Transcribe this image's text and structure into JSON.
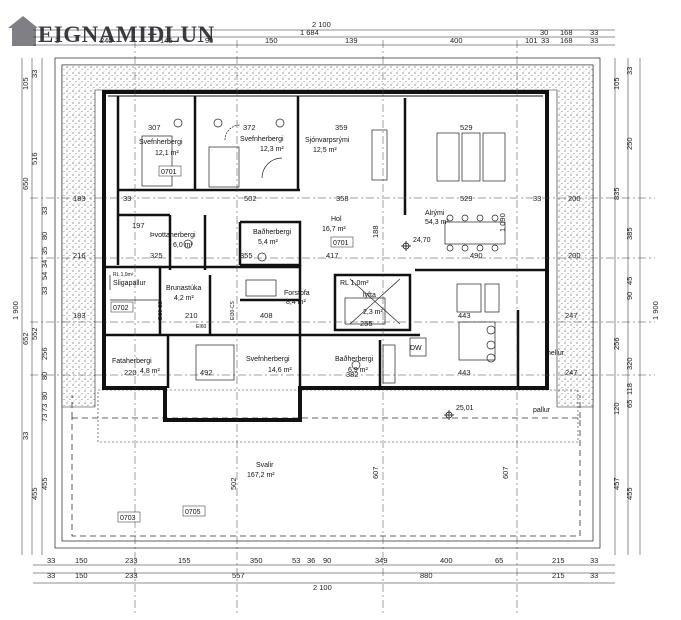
{
  "brand": {
    "name": "EIGNAMIÐLUN",
    "color": "#3b3c44"
  },
  "dims_top": {
    "overall": "2 100",
    "r1": [
      "1 684",
      "30",
      "168",
      "33"
    ],
    "r2": [
      "3",
      "240",
      "145",
      "90",
      "150",
      "139",
      "400",
      "101",
      "33",
      "168",
      "33"
    ]
  },
  "dims_bottom": {
    "r1": [
      "33",
      "150",
      "233",
      "155",
      "350",
      "53",
      "36",
      "90",
      "349",
      "400",
      "65",
      "215",
      "33"
    ],
    "r2": [
      "33",
      "150",
      "233",
      "557",
      "880",
      "215",
      "33"
    ],
    "overall": "2 100"
  },
  "dims_left": [
    "105",
    "33",
    "516",
    "650",
    "33",
    "80",
    "35",
    "34",
    "54",
    "33",
    "652",
    "1 900",
    "552",
    "256",
    "80",
    "80",
    "73",
    "73",
    "33",
    "455",
    "455"
  ],
  "dims_right": [
    "105",
    "33",
    "250",
    "835",
    "385",
    "45",
    "90",
    "1 900",
    "256",
    "320",
    "118",
    "65",
    "120",
    "457",
    "455"
  ],
  "rooms": [
    {
      "id": "svefn1",
      "name": "Svefnherbergi",
      "area": "12,1 m²"
    },
    {
      "id": "svefn2",
      "name": "Svefnherbergi",
      "area": "12,3 m²"
    },
    {
      "id": "sjonvarp",
      "name": "Sjónvarpsrými",
      "area": "12,5 m²"
    },
    {
      "id": "alrymi",
      "name": "Alrými",
      "area": "54,3 m²"
    },
    {
      "id": "thvottahus",
      "name": "Þvottaherbergi",
      "area": "6,0 m²"
    },
    {
      "id": "badherb1",
      "name": "Baðherbergi",
      "area": "5,4 m²"
    },
    {
      "id": "hol",
      "name": "Hol",
      "area": "16,7 m²"
    },
    {
      "id": "geymsla",
      "name": "Sligapallur",
      "area": ""
    },
    {
      "id": "brunastuka",
      "name": "Brunastúka",
      "area": "4,2 m²"
    },
    {
      "id": "forstofa",
      "name": "Forstofa",
      "area": "8,4 m²"
    },
    {
      "id": "lyfta",
      "name": "lyfta",
      "area": "2,3 m²"
    },
    {
      "id": "fataherb",
      "name": "Fataherbergi",
      "area": "4,8 m²"
    },
    {
      "id": "svefn3",
      "name": "Svefnherbergi",
      "area": "14,6 m²"
    },
    {
      "id": "badherb2",
      "name": "Baðherbergi",
      "area": "6,9 m²"
    },
    {
      "id": "svalir",
      "name": "Svalir",
      "area": "167,2 m²"
    }
  ],
  "labels": {
    "tag0701": "0701",
    "tag0702": "0702",
    "tag0703": "0703",
    "tag0705": "0705",
    "tag0701b": "0701",
    "level1": "24,70",
    "level2": "25,01",
    "hellur": "hellur",
    "pallur": "pallur",
    "e30a": "EI30-CS",
    "e30b": "EI30-CS",
    "e60": "EI60",
    "dw": "DW",
    "rl1": "RL 1,0m²",
    "rl2": "RL 1,0m²"
  },
  "inner_dims": [
    "307",
    "372",
    "359",
    "529",
    "502",
    "358",
    "529",
    "197",
    "325",
    "355",
    "417",
    "490",
    "210",
    "408",
    "255",
    "443",
    "220",
    "492",
    "382",
    "443",
    "247",
    "247",
    "1 090",
    "188",
    "607",
    "607",
    "502",
    "183",
    "183",
    "216",
    "200",
    "200",
    "33",
    "33"
  ]
}
